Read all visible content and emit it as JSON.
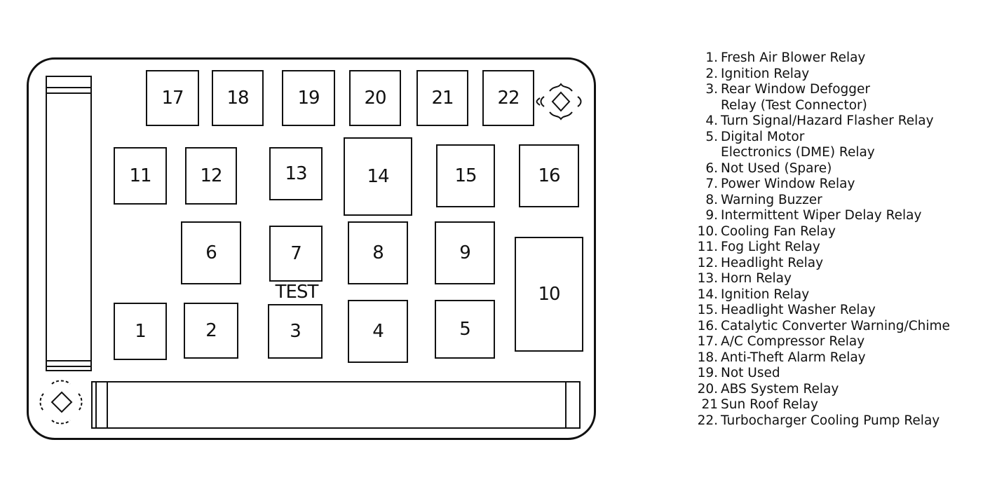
{
  "panel": {
    "test_label": "TEST",
    "relays": [
      {
        "id": "17",
        "label": "17"
      },
      {
        "id": "18",
        "label": "18"
      },
      {
        "id": "19",
        "label": "19"
      },
      {
        "id": "20",
        "label": "20"
      },
      {
        "id": "21",
        "label": "21"
      },
      {
        "id": "22",
        "label": "22"
      },
      {
        "id": "11",
        "label": "11"
      },
      {
        "id": "12",
        "label": "12"
      },
      {
        "id": "13",
        "label": "13"
      },
      {
        "id": "14",
        "label": "14"
      },
      {
        "id": "15",
        "label": "15"
      },
      {
        "id": "16",
        "label": "16"
      },
      {
        "id": "6",
        "label": "6"
      },
      {
        "id": "7",
        "label": "7"
      },
      {
        "id": "8",
        "label": "8"
      },
      {
        "id": "9",
        "label": "9"
      },
      {
        "id": "10",
        "label": "10"
      },
      {
        "id": "1",
        "label": "1"
      },
      {
        "id": "2",
        "label": "2"
      },
      {
        "id": "3",
        "label": "3"
      },
      {
        "id": "4",
        "label": "4"
      },
      {
        "id": "5",
        "label": "5"
      }
    ]
  },
  "legend": {
    "items": [
      {
        "num": "1.",
        "text": "Fresh Air Blower Relay"
      },
      {
        "num": "2.",
        "text": "Ignition Relay"
      },
      {
        "num": "3.",
        "text": "Rear Window Defogger\nRelay (Test Connector)"
      },
      {
        "num": "4.",
        "text": "Turn Signal/Hazard Flasher Relay"
      },
      {
        "num": "5.",
        "text": "Digital Motor\nElectronics (DME) Relay"
      },
      {
        "num": "6.",
        "text": "Not Used (Spare)"
      },
      {
        "num": "7.",
        "text": "Power Window Relay"
      },
      {
        "num": "8.",
        "text": "Warning Buzzer"
      },
      {
        "num": "9.",
        "text": "Intermittent Wiper Delay Relay"
      },
      {
        "num": "10.",
        "text": "Cooling Fan Relay"
      },
      {
        "num": "11.",
        "text": "Fog Light Relay"
      },
      {
        "num": "12.",
        "text": "Headlight Relay"
      },
      {
        "num": "13.",
        "text": "Horn Relay"
      },
      {
        "num": "14.",
        "text": "Ignition Relay"
      },
      {
        "num": "15.",
        "text": "Headlight Washer Relay"
      },
      {
        "num": "16.",
        "text": "Catalytic Converter Warning/Chime"
      },
      {
        "num": "17.",
        "text": "A/C Compressor Relay"
      },
      {
        "num": "18.",
        "text": "Anti-Theft Alarm Relay"
      },
      {
        "num": "19.",
        "text": "Not Used"
      },
      {
        "num": "20.",
        "text": "ABS System Relay"
      },
      {
        "num": "21",
        "text": "Sun Roof Relay"
      },
      {
        "num": "22.",
        "text": "Turbocharger Cooling Pump Relay"
      }
    ]
  }
}
